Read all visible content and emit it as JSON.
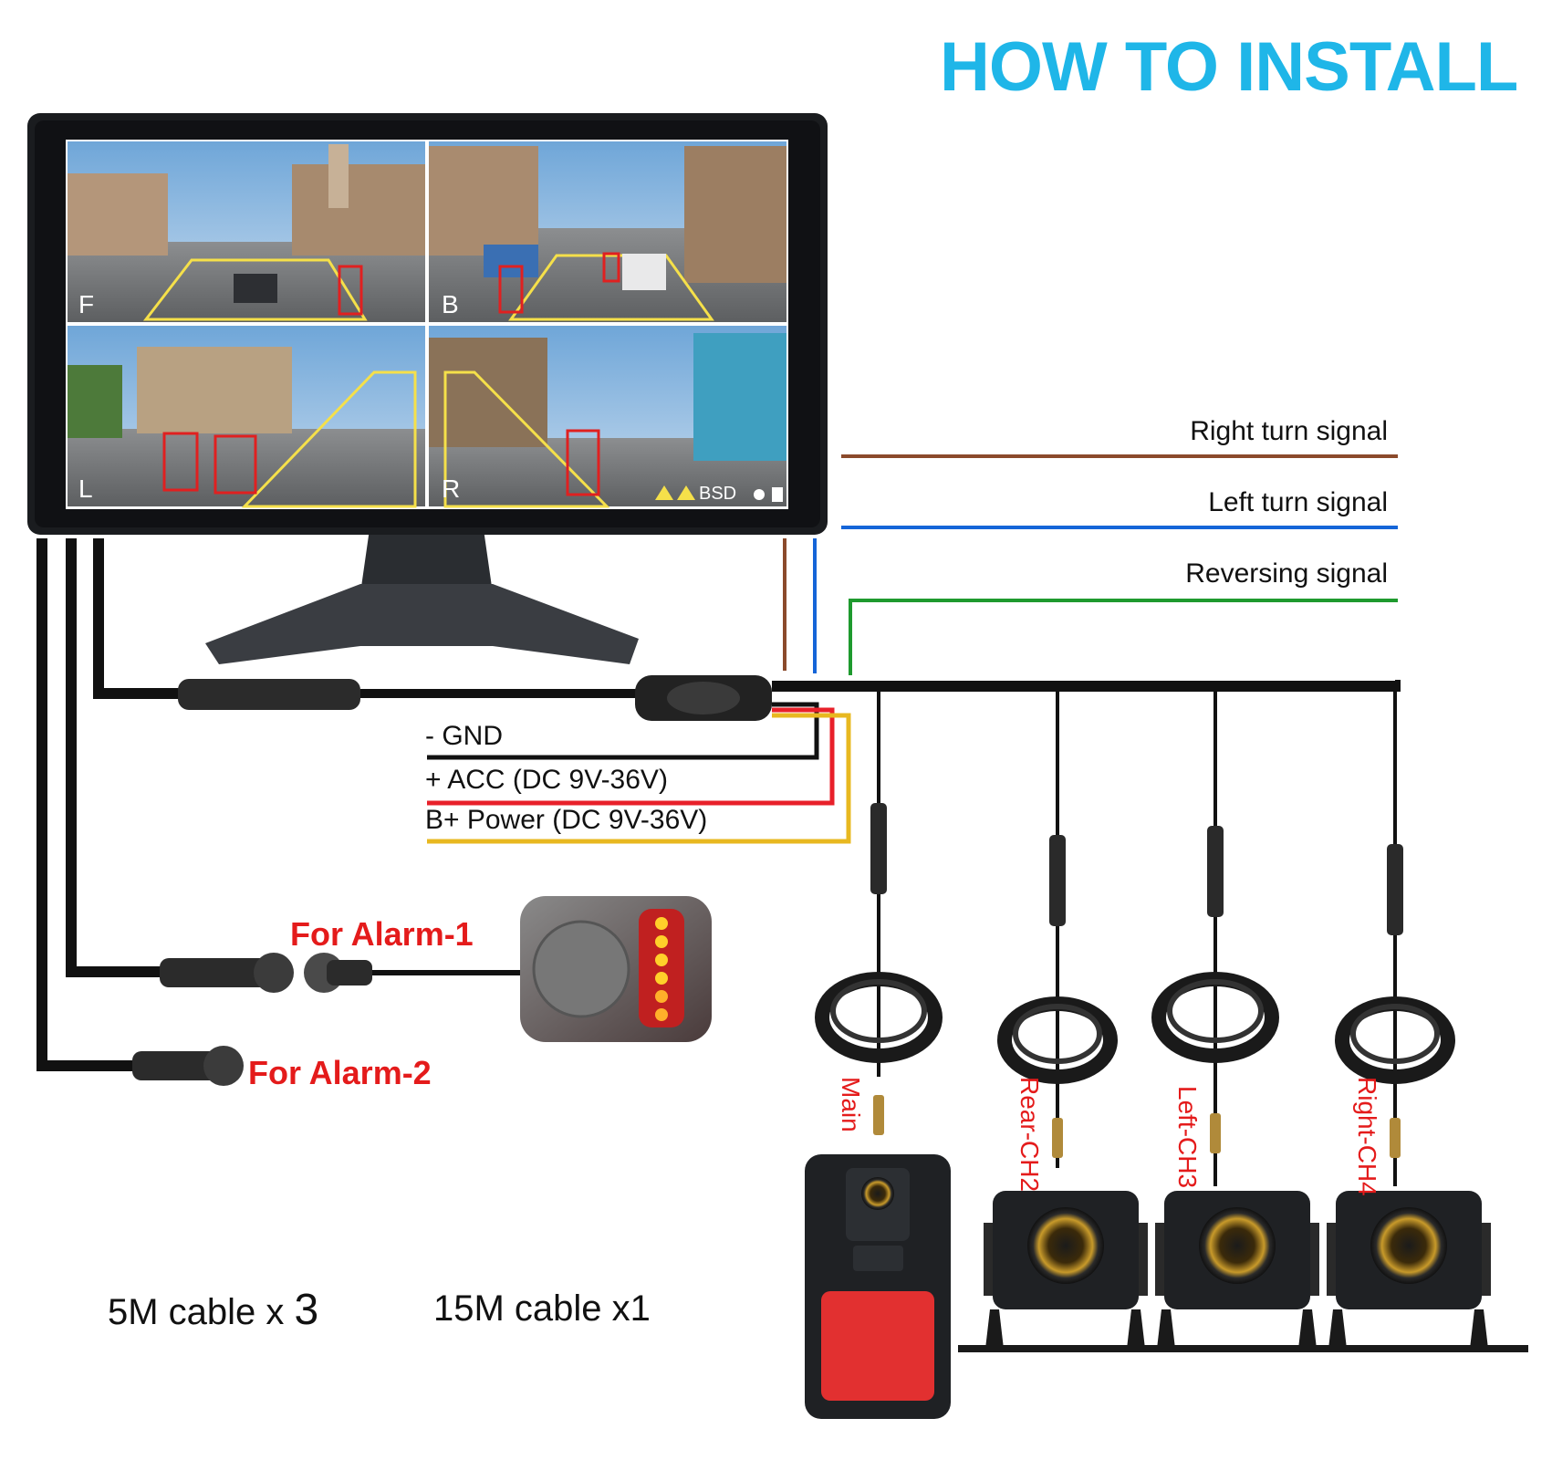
{
  "title": "HOW TO INSTALL",
  "monitor": {
    "quadrants": [
      "F",
      "B",
      "L",
      "R"
    ],
    "status_text": "BSD"
  },
  "signals": {
    "right_turn": "Right turn signal",
    "left_turn": "Left turn signal",
    "reversing": "Reversing signal"
  },
  "power": {
    "gnd": "-  GND",
    "acc": "+ ACC (DC 9V-36V)",
    "bplus": "B+ Power (DC 9V-36V)"
  },
  "alarms": {
    "alarm1": "For Alarm-1",
    "alarm2": "For Alarm-2"
  },
  "cameras": [
    "Main",
    "Rear-CH2",
    "Left-CH3",
    "Right-CH4"
  ],
  "cables": {
    "five_m_text": "5M cable x",
    "five_m_count": "3",
    "fifteen_m": "15M cable x1"
  },
  "colors": {
    "title": "#1fb6e8",
    "right_turn_wire": "#8b4a2b",
    "left_turn_wire": "#1565d8",
    "reversing_wire": "#1e9a2e",
    "acc_wire": "#e8202a",
    "bplus_wire": "#e8b820",
    "alarm_text": "#e41b1b"
  }
}
